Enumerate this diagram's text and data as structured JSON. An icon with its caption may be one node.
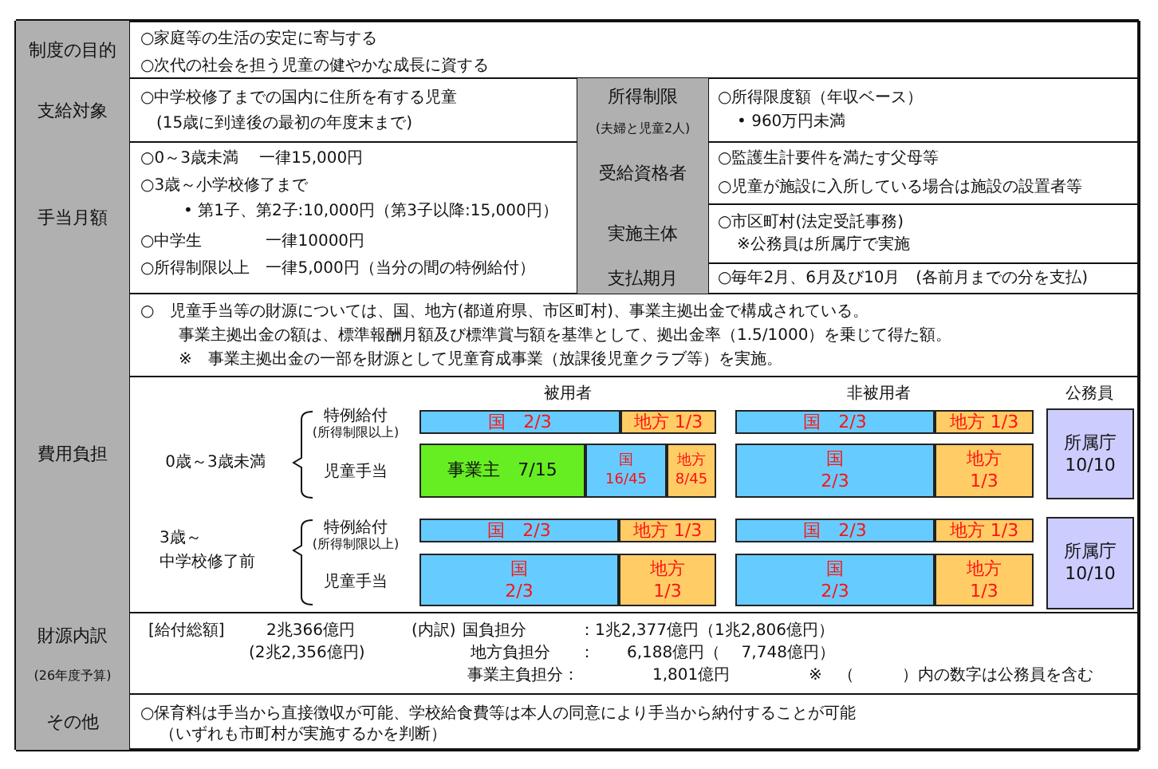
{
  "diagram": {
    "nodes": [
      {
        "text": [
          "国　2/3"
        ]
      },
      {
        "text": [
          "地方 1/3"
        ]
      },
      {
        "text": [
          "国　2/3"
        ]
      },
      {
        "text": [
          "地方 1/3"
        ]
      },
      {
        "text": [
          "所属庁 10/10"
        ]
      },
      {
        "text": [
          "事業主　7/15"
        ]
      },
      {
        "text": [
          "国 16/45"
        ]
      },
      {
        "text": [
          "地方 8/45"
        ]
      },
      {
        "text": [
          "国 2/3"
        ]
      },
      {
        "text": [
          "地方 1/3"
        ]
      },
      {
        "text": [
          "国　2/3"
        ]
      },
      {
        "text": [
          "地方 1/3"
        ]
      },
      {
        "text": [
          "国　2/3"
        ]
      },
      {
        "text": [
          "地方 1/3"
        ]
      },
      {
        "text": [
          "所属庁 10/10"
        ]
      },
      {
        "text": [
          "国 2/3"
        ]
      },
      {
        "text": [
          "地方 1/3"
        ]
      },
      {
        "text": [
          "国 2/3"
        ]
      },
      {
        "text": [
          "地方 1/3"
        ]
      }
    ],
    "labels": [
      "制度の目的",
      "○家庭等の生活の安定に寄与する",
      "○次代の社会を担う児童の健やかな成長に資する",
      "支給対象",
      "○中学校修了までの国内に住所を有する児童",
      "(15歳に到達後の最初の年度末まで)",
      "所得制限",
      "(夫婦と児童2人)",
      "○所得限度額（年収ベース）",
      "• 960万円未満",
      "手当月額",
      "○0～3歳未満　 一律15,000円",
      "○3歳～小学校修了まで",
      "• 第1子、第2子:10,000円（第3子以降:15,000円）",
      "○中学生　　　　一律10000円",
      "○所得制限以上　一律5,000円（当分の間の特例給付）",
      "受給資格者",
      "○監護生計要件を満たす父母等",
      "○児童が施設に入所している場合は施設の設置者等",
      "実施主体",
      "○市区町村(法定受託事務)",
      "※公務員は所属庁で実施",
      "支払期月",
      "○毎年2月、6月及び10月　(各前月までの分を支払)",
      "費用負担",
      "○　児童手当等の財源については、国、地方(都道府県、市区町村)、事業主拠出金で構成されている。",
      "事業主拠出金の額は、標準報酬月額及び標準賞与額を基準として、拠出金率（1.5/1000）を乗じて得た額。",
      "※　事業主拠出金の一部を財源として児童育成事業（放課後児童クラブ等）を実施。",
      "被用者",
      "非被用者",
      "公務員",
      "0歳～3歳未満",
      "特例給付",
      "(所得制限以上)",
      "児童手当",
      "3歳～",
      "中学校修了前",
      "特例給付",
      "(所得制限以上)",
      "児童手当",
      "財源内訳",
      "(26年度予算)",
      "[給付総額]",
      "2兆366億円",
      "(2兆2,356億円)",
      "(内訳)",
      "国負担分",
      "：1兆2,377億円（1兆2,806億円）",
      "地方負担分",
      "：　　6,188億円（　 7,748億円）",
      "事業主負担分：",
      "1,801億円",
      "※　（　　　）内の数字は公務員を含む",
      "その他",
      "○保育料は手当から直接徴収が可能、学校給食費等は本人の同意により手当から納付することが可能",
      "（いずれも市町村が実施するかを判断）"
    ]
  }
}
